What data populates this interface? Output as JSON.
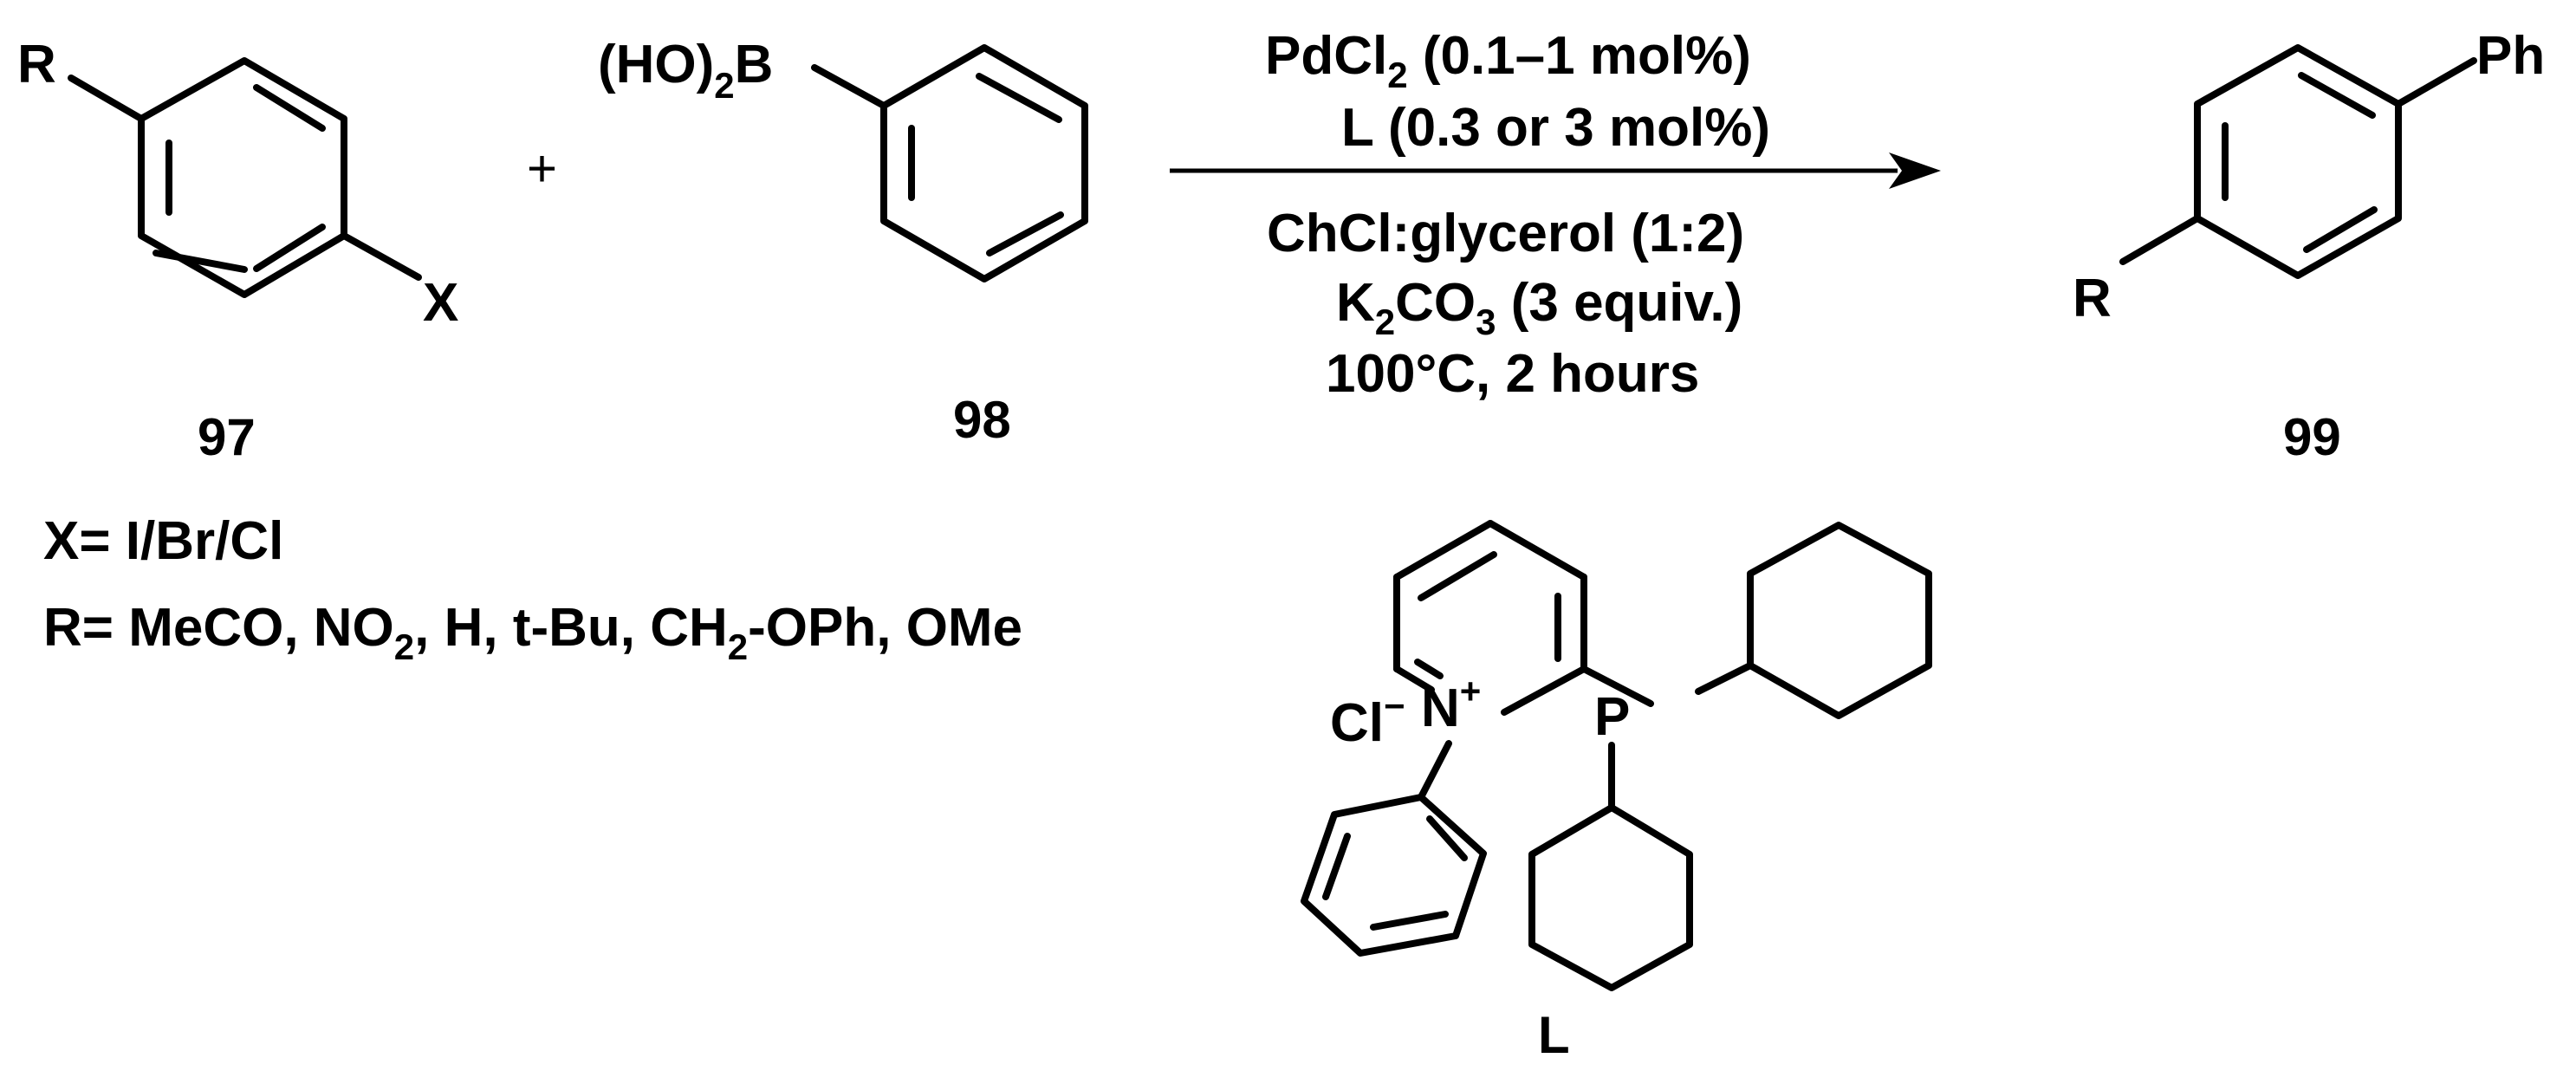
{
  "compounds": {
    "aryl_halide": {
      "number": "97",
      "substituent_top": "R",
      "substituent_bottom": "X"
    },
    "boronic_acid": {
      "number": "98",
      "group_prefix": "(HO)",
      "group_subscript": "2",
      "group_atom": "B"
    },
    "product": {
      "number": "99",
      "substituent_top": "Ph",
      "substituent_bottom": "R"
    },
    "ligand": {
      "label": "L",
      "counterion": "Cl",
      "counterion_charge": "−",
      "nitrogen": "N",
      "nitrogen_charge": "+",
      "phosphorus": "P"
    }
  },
  "plus_sign": "+",
  "conditions": {
    "above_arrow": [
      {
        "text": "PdCl",
        "sub": "2",
        "rest": " (0.1–1 mol%)"
      },
      {
        "text": "L (0.3 or 3 mol%)"
      }
    ],
    "below_arrow": [
      {
        "text": "ChCl:glycerol (1:2)"
      },
      {
        "text": "K",
        "sub": "2",
        "text2": "CO",
        "sub2": "3",
        "rest": " (3 equiv.)"
      },
      {
        "text": "100°C, 2 hours"
      }
    ]
  },
  "legend": {
    "x_line": "X= I/Br/Cl",
    "r_line": {
      "part1": "R= MeCO, NO",
      "sub1": "2",
      "part2": ", H, t-Bu, CH",
      "sub2": "2",
      "part3": "-OPh, OMe"
    }
  }
}
